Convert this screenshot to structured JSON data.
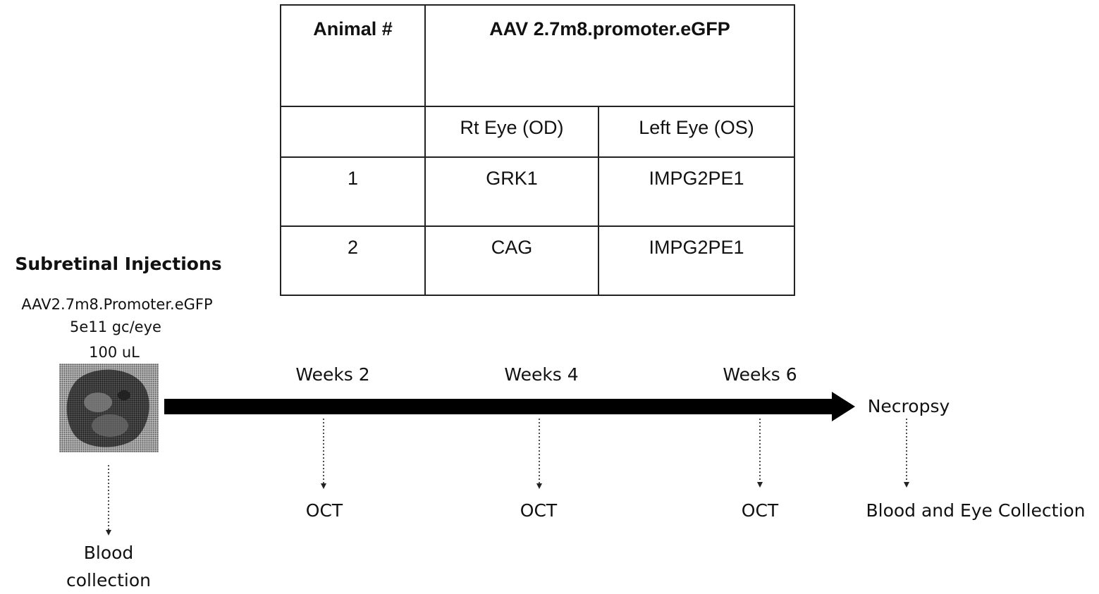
{
  "table": {
    "header": {
      "col1": "Animal #",
      "col2": "AAV 2.7m8.promoter.eGFP"
    },
    "subheader": {
      "col1": "",
      "col2": "Rt Eye (OD)",
      "col3": "Left Eye (OS)"
    },
    "rows": [
      {
        "animal": "1",
        "od": "GRK1",
        "os": "IMPG2PE1"
      },
      {
        "animal": "2",
        "od": "CAG",
        "os": "IMPG2PE1"
      }
    ]
  },
  "injection": {
    "title": "Subretinal Injections",
    "construct": "AAV2.7m8.Promoter.eGFP",
    "dose": "5e11 gc/eye",
    "volume": "100 uL",
    "pre_step": "Blood collection"
  },
  "timeline": {
    "points": [
      {
        "label": "Weeks 2",
        "procedure": "OCT"
      },
      {
        "label": "Weeks 4",
        "procedure": "OCT"
      },
      {
        "label": "Weeks 6",
        "procedure": "OCT"
      }
    ],
    "end_label": "Necropsy",
    "end_procedure": "Blood and Eye Collection"
  },
  "colors": {
    "ink": "#111111",
    "arrow": "#000000",
    "photo_dark": "#3a3a3a",
    "photo_light": "#9a9a9a"
  },
  "icons": {
    "subject_photo": "monkey-photo"
  }
}
